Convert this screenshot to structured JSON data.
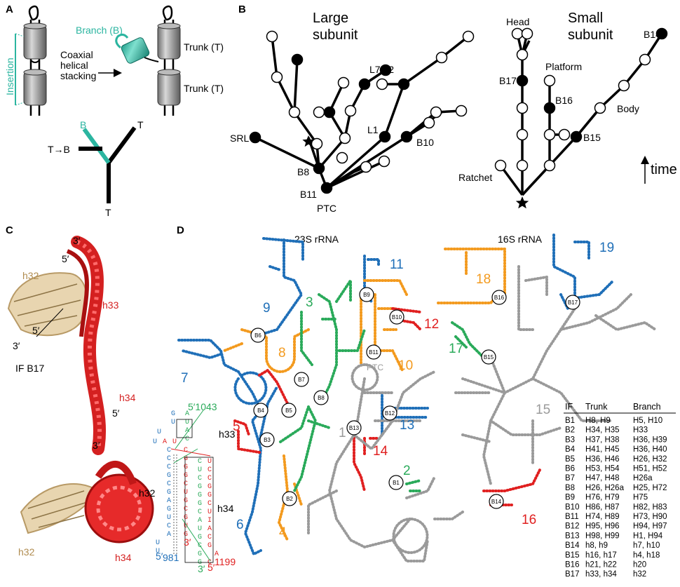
{
  "panels": {
    "a": "A",
    "b": "B",
    "c": "C",
    "d": "D"
  },
  "panel_a": {
    "insertion": "Insertion",
    "coaxial": [
      "Coaxial",
      "helical",
      "stacking"
    ],
    "branch": "Branch (B)",
    "trunk1": "Trunk (T)",
    "trunk2": "Trunk (T)",
    "b_label": "B",
    "t_label_top": "T",
    "t_label_bottom": "T",
    "tb_label": "T→B"
  },
  "panel_b": {
    "large_title": [
      "Large",
      "subunit"
    ],
    "small_title": [
      "Small",
      "subunit"
    ],
    "labels": {
      "l712": "L7/12",
      "l1": "L1",
      "srl": "SRL",
      "b8": "B8",
      "b10": "B10",
      "b11": "B11",
      "ptc": "PTC",
      "head": "Head",
      "platform": "Platform",
      "b14": "B14",
      "b17": "B17",
      "b16": "B16",
      "body": "Body",
      "b15": "B15",
      "ratchet": "Ratchet",
      "time": "time"
    }
  },
  "panel_c": {
    "labels": {
      "h32_top": "h32",
      "h33": "h33",
      "h34_top": "h34",
      "ifb17": "IF B17",
      "p3a": "3′",
      "p5a": "5′",
      "p5b": "5′",
      "p3b": "3′",
      "p5c": "5′",
      "p3c": "3′",
      "h32_bottom": "h32",
      "h34_bottom": "h34"
    },
    "secondary": {
      "h33": "h33",
      "h32": "h32",
      "h34": "h34",
      "n1043": "5′1043",
      "n981": "981",
      "n1199": "1199",
      "five_a": "5′",
      "five_b": "5′",
      "three_a": "3′",
      "three_b": "3′"
    }
  },
  "panel_d": {
    "title_23s": "23S rRNA",
    "title_16s": "16S rRNA",
    "ptc": "PTC",
    "domain_numbers": {
      "n1": "1",
      "n2": "2",
      "n3": "3",
      "n4": "4",
      "n5": "5",
      "n6": "6",
      "n7": "7",
      "n8": "8",
      "n9": "9",
      "n10": "10",
      "n11": "11",
      "n12": "12",
      "n13": "13",
      "n14": "14",
      "n15": "15",
      "n16": "16",
      "n17": "17",
      "n18": "18",
      "n19": "19"
    },
    "if_nodes": [
      "B1",
      "B2",
      "B3",
      "B4",
      "B5",
      "B6",
      "B7",
      "B8",
      "B9",
      "B10",
      "B11",
      "B12",
      "B13",
      "B14",
      "B15",
      "B16",
      "B17"
    ],
    "table": {
      "headers": [
        "IF",
        "Trunk",
        "Branch"
      ],
      "rows": [
        [
          "B1",
          "H8, H9",
          "H5, H10"
        ],
        [
          "B2",
          "H34, H35",
          "H33"
        ],
        [
          "B3",
          "H37, H38",
          "H36, H39"
        ],
        [
          "B4",
          "H41, H45",
          "H36, H40"
        ],
        [
          "B5",
          "H36, H46",
          "H26, H32"
        ],
        [
          "B6",
          "H53, H54",
          "H51, H52"
        ],
        [
          "B7",
          "H47, H48",
          "H26a"
        ],
        [
          "B8",
          "H26, H26a",
          "H25, H72"
        ],
        [
          "B9",
          "H76, H79",
          "H75"
        ],
        [
          "B10",
          "H86, H87",
          "H82, H83"
        ],
        [
          "B11",
          "H74, H89",
          "H73, H90"
        ],
        [
          "B12",
          "H95, H96",
          "H94, H97"
        ],
        [
          "B13",
          "H98, H99",
          "H1, H94"
        ],
        [
          "B14",
          "h8, h9",
          "h7, h10"
        ],
        [
          "B15",
          "h16, h17",
          "h4, h18"
        ],
        [
          "B16",
          "h21, h22",
          "h20"
        ],
        [
          "B17",
          "h33, h34",
          "h32"
        ]
      ]
    }
  }
}
